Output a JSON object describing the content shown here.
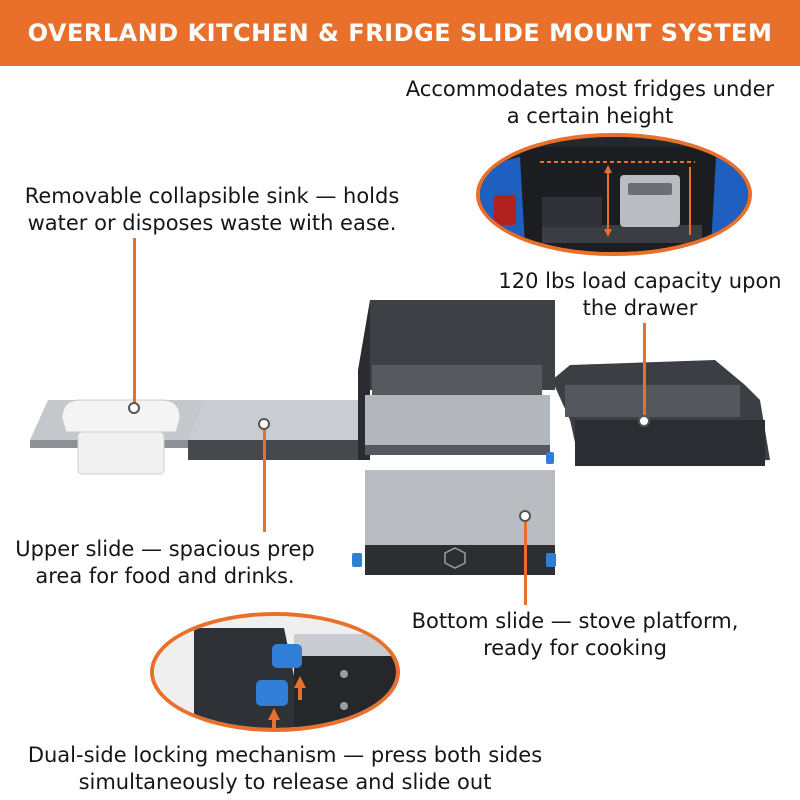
{
  "header": {
    "title": "OVERLAND KITCHEN & FRIDGE SLIDE MOUNT SYSTEM"
  },
  "callouts": {
    "fridge_height": [
      "Accommodates most fridges under",
      "a certain height"
    ],
    "sink": [
      "Removable collapsible sink — holds",
      "water or disposes waste with ease."
    ],
    "load_capacity": [
      "120 lbs load capacity upon",
      "the drawer"
    ],
    "upper_slide": [
      "Upper slide — spacious prep",
      "area for food and drinks."
    ],
    "bottom_slide": [
      "Bottom slide — stove platform,",
      "ready for cooking"
    ],
    "locking": [
      "Dual-side locking mechanism — press both sides",
      "simultaneously to release and slide out"
    ]
  },
  "colors": {
    "accent": "#e8702a",
    "lock_button": "#2f7fd8",
    "unit_body": "#3a3d42",
    "steel": "#b8bcc2"
  }
}
